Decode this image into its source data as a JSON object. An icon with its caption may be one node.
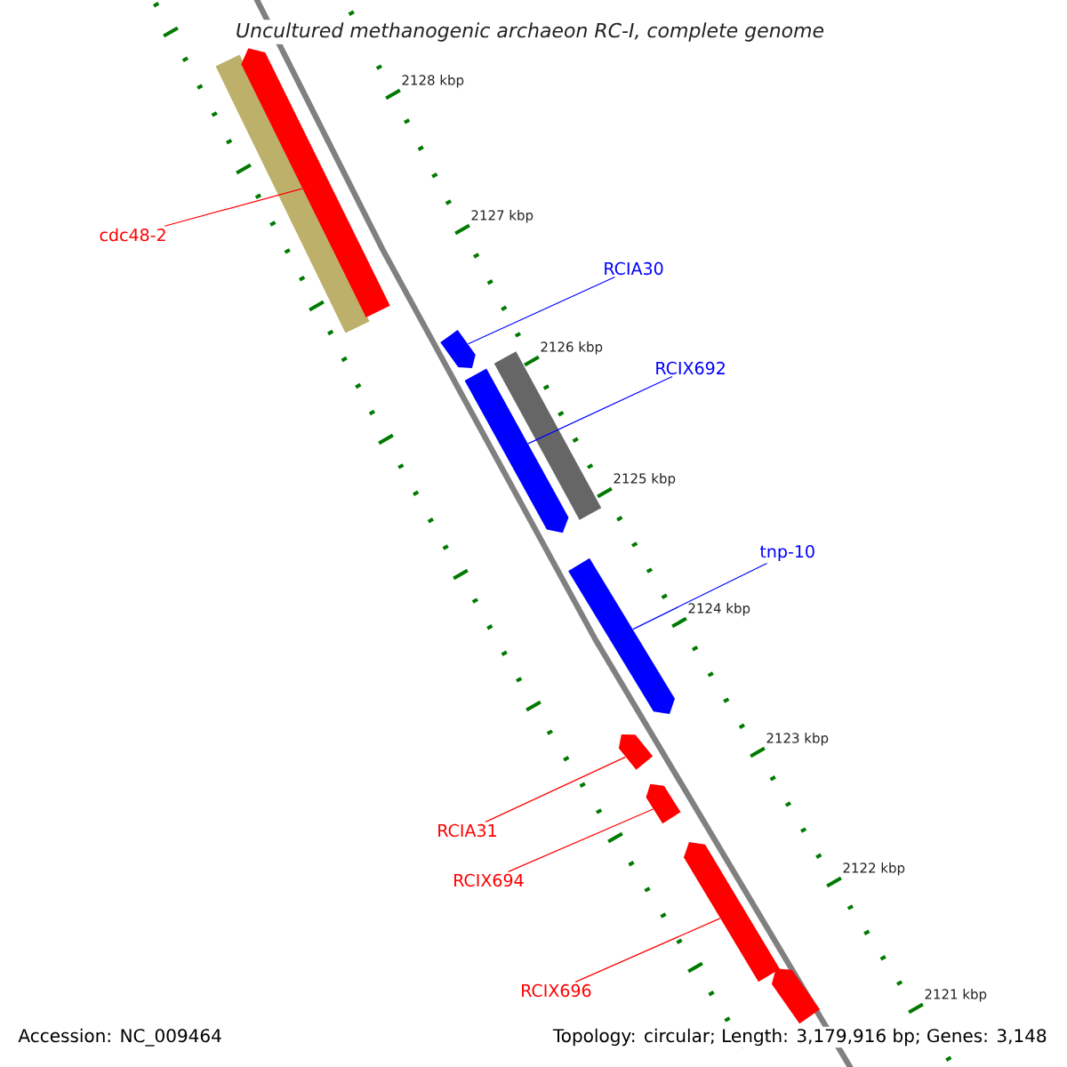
{
  "diagram": {
    "title": "Uncultured methanogenic archaeon RC-I, complete genome",
    "nodes": [
      {
        "text": [
          "cdc48-2"
        ]
      },
      {
        "text": [],
        "shape": "bar"
      },
      {
        "text": [],
        "shape": "arrow"
      },
      {
        "text": [
          "RCIA30"
        ]
      },
      {
        "text": [],
        "shape": "arrow"
      },
      {
        "text": [
          "RCIX692"
        ]
      },
      {
        "text": [],
        "shape": "bar"
      },
      {
        "text": [],
        "shape": "arrow"
      },
      {
        "text": [
          "tnp-10"
        ]
      },
      {
        "text": [],
        "shape": "arrow"
      },
      {
        "text": [
          "RCIA31"
        ]
      },
      {
        "text": [],
        "shape": "arrow"
      },
      {
        "text": [
          "RCIX694"
        ]
      },
      {
        "text": [],
        "shape": "arrow"
      },
      {
        "text": [
          "RCIX696"
        ]
      },
      {
        "text": [],
        "shape": "arrow"
      },
      {
        "text": [],
        "shape": "arrow"
      }
    ],
    "edges": [
      {
        "from": 0,
        "to": 2,
        "arrow": "none"
      },
      {
        "from": 3,
        "to": 4,
        "arrow": "none",
        "color": "#0000ff"
      },
      {
        "from": 5,
        "to": 7,
        "arrow": "none",
        "color": "#0000ff"
      },
      {
        "from": 8,
        "to": 9,
        "arrow": "none",
        "color": "#0000ff"
      },
      {
        "from": 10,
        "to": 11,
        "arrow": "none"
      },
      {
        "from": 12,
        "to": 13,
        "arrow": "none"
      },
      {
        "from": 14,
        "to": 15,
        "arrow": "none"
      }
    ],
    "labels": [
      "2128 kbp",
      "2127 kbp",
      "2126 kbp",
      "2125 kbp",
      "2124 kbp",
      "2123 kbp",
      "2122 kbp",
      "2121 kbp",
      "Accession: NC_009464",
      "Topology: circular; Length: 3,179,916 bp; Genes: 3,148"
    ]
  }
}
